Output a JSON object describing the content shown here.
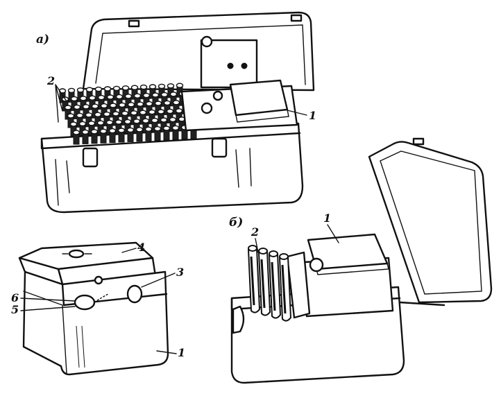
{
  "panel_labels": {
    "a": "а)",
    "b": "б)"
  },
  "callouts_a": {
    "vials": "2",
    "unit": "1"
  },
  "callouts_b": {
    "unit": "1",
    "vials": "2"
  },
  "callouts_c": {
    "lid": "4",
    "knob": "3",
    "cap": "6",
    "cap_screw": "5",
    "body": "1"
  },
  "colors": {
    "ink": "#111111",
    "paper": "#ffffff"
  }
}
